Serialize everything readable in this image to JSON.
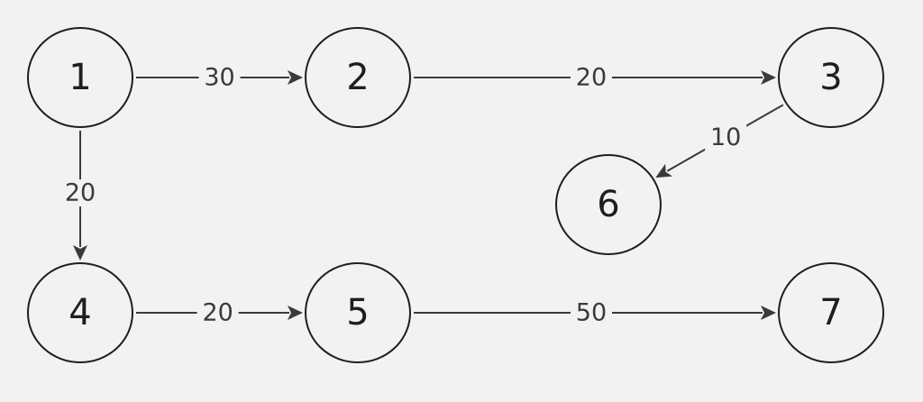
{
  "diagram": {
    "background": "#f2f2f2",
    "stroke_color": "#1e1e1e",
    "edge_color": "#3a3a3a",
    "nodes": [
      {
        "id": "1",
        "label": "1"
      },
      {
        "id": "2",
        "label": "2"
      },
      {
        "id": "3",
        "label": "3"
      },
      {
        "id": "4",
        "label": "4"
      },
      {
        "id": "5",
        "label": "5"
      },
      {
        "id": "6",
        "label": "6"
      },
      {
        "id": "7",
        "label": "7"
      }
    ],
    "edges": [
      {
        "from": "1",
        "to": "2",
        "label": "30"
      },
      {
        "from": "2",
        "to": "3",
        "label": "20"
      },
      {
        "from": "3",
        "to": "6",
        "label": "10"
      },
      {
        "from": "1",
        "to": "4",
        "label": "20"
      },
      {
        "from": "4",
        "to": "5",
        "label": "20"
      },
      {
        "from": "5",
        "to": "7",
        "label": "50"
      }
    ]
  }
}
